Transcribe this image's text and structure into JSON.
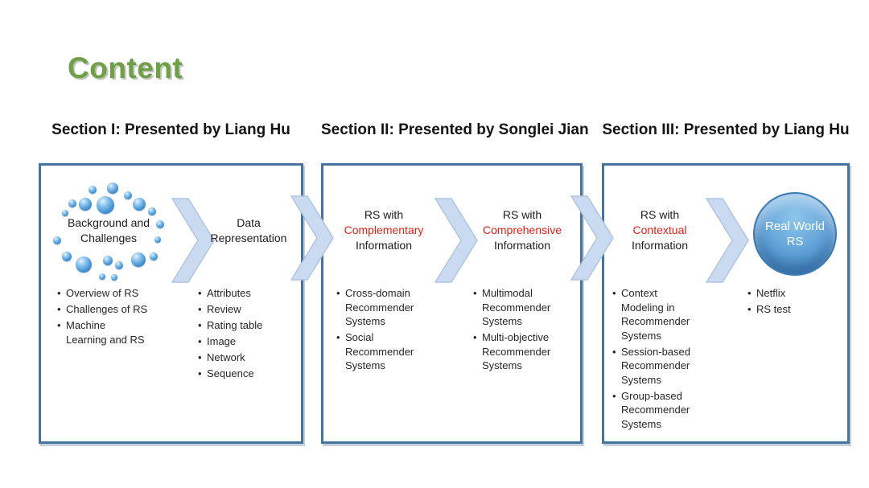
{
  "title": "Content",
  "colors": {
    "title_green": "#6f9f46",
    "box_border": "#46749f",
    "chevron_fill": "#c9daf1",
    "chevron_stroke": "#b2c4de",
    "highlight_red": "#e32119",
    "text_dark": "#262626",
    "bubble_blue": "#4a97d4",
    "circle_blue": "#5d9ed6"
  },
  "sections": [
    {
      "header": "Section I: Presented by Liang Hu",
      "stages": [
        {
          "lines": [
            "Background and",
            "Challenges"
          ]
        },
        {
          "lines": [
            "Data",
            "Representation"
          ]
        }
      ],
      "columns": [
        {
          "bullets": [
            "Overview of RS",
            "Challenges of RS",
            "Machine\nLearning and RS"
          ]
        },
        {
          "bullets": [
            "Attributes",
            "Review",
            "Rating table",
            "Image",
            "Network",
            "Sequence"
          ]
        }
      ]
    },
    {
      "header": "Section II: Presented by Songlei Jian",
      "stages": [
        {
          "pre": "RS with",
          "highlight": "Complementary",
          "post": "Information"
        },
        {
          "pre": "RS with",
          "highlight": "Comprehensive",
          "post": "Information"
        }
      ],
      "columns": [
        {
          "bullets": [
            "Cross-domain\nRecommender\nSystems",
            "Social\nRecommender\nSystems"
          ]
        },
        {
          "bullets": [
            "Multimodal\nRecommender\nSystems",
            "Multi-objective\nRecommender\nSystems"
          ]
        }
      ]
    },
    {
      "header": "Section III: Presented by Liang Hu",
      "stages": [
        {
          "pre": "RS with",
          "highlight": "Contextual",
          "post": "Information"
        }
      ],
      "circle": {
        "lines": [
          "Real World",
          "RS"
        ]
      },
      "columns": [
        {
          "bullets": [
            "Context\nModeling in\nRecommender\nSystems",
            "Session-based\nRecommender\nSystems",
            "Group-based\nRecommender\nSystems"
          ]
        },
        {
          "bullets": [
            "Netflix",
            "RS test"
          ]
        }
      ]
    }
  ]
}
